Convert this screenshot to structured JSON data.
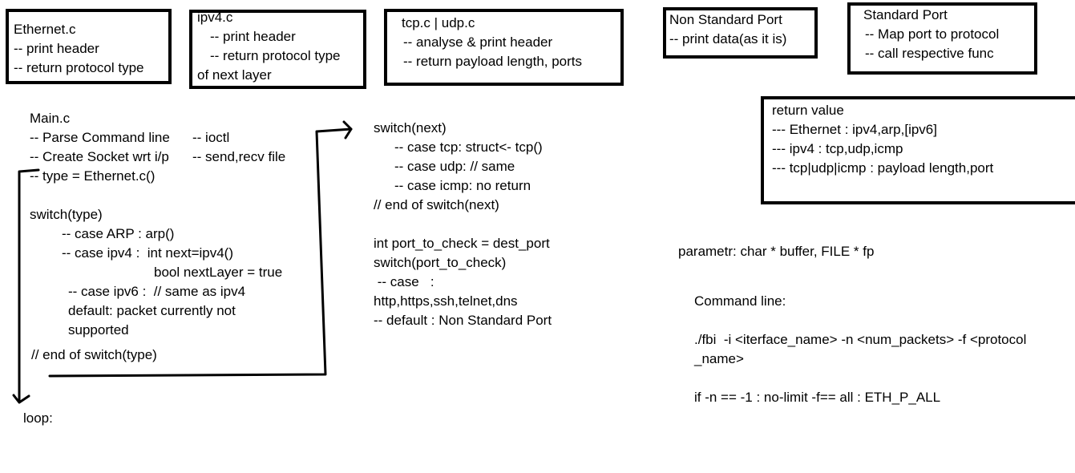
{
  "boxes": {
    "ethernet": {
      "title": "Ethernet.c",
      "lines": [
        "-- print header",
        "-- return protocol type"
      ]
    },
    "ipv4": {
      "title": "ipv4.c",
      "lines": [
        "-- print header",
        "-- return protocol type",
        "of next layer"
      ]
    },
    "tcp_udp": {
      "title": "tcp.c | udp.c",
      "lines": [
        "-- analyse & print header",
        "-- return payload length, ports"
      ]
    },
    "nonstandard": {
      "title": "Non Standard Port",
      "lines": [
        "-- print data(as it is)"
      ]
    },
    "standard": {
      "title": "Standard Port",
      "lines": [
        "-- Map port to protocol",
        "-- call respective func"
      ]
    },
    "return_value": {
      "title": "return value",
      "lines": [
        "",
        "--- Ethernet : ipv4,arp,[ipv6]",
        "--- ipv4 : tcp,udp,icmp",
        "--- tcp|udp|icmp : payload length,port"
      ]
    }
  },
  "main": {
    "title": "Main.c",
    "parse": "-- Parse Command line",
    "parse_note": "-- ioctl",
    "create_socket": "-- Create Socket wrt i/p",
    "socket_note": "-- send,recv file",
    "type_line": "-- type = Ethernet.c()",
    "switch_type": "switch(type)",
    "case_arp": "-- case ARP : arp()",
    "case_ipv4": "-- case ipv4 :  int next=ipv4()",
    "next_layer": "bool nextLayer = true",
    "case_ipv6": "-- case ipv6 :  // same as ipv4",
    "default_1": "default: packet currently not",
    "default_2": "supported",
    "end_switch": "// end of switch(type)",
    "loop": "loop:"
  },
  "next": {
    "switch_next": "switch(next)",
    "case_tcp": "-- case tcp: struct<- tcp()",
    "case_udp": "-- case udp: // same",
    "case_icmp": "-- case icmp: no return",
    "end_switch": "// end of switch(next)",
    "port_check": "int port_to_check = dest_port",
    "switch_port": "switch(port_to_check)",
    "case_port": " -- case   :",
    "protocols": "http,https,ssh,telnet,dns",
    "default_port": "-- default : Non Standard Port"
  },
  "right": {
    "param": "parametr: char * buffer, FILE * fp",
    "cmd_title": "Command line:",
    "cmd_1": "./fbi  -i <iterface_name> -n <num_packets> -f <protocol",
    "cmd_2": "_name>",
    "cond": "if -n == -1 : no-limit -f== all : ETH_P_ALL"
  }
}
